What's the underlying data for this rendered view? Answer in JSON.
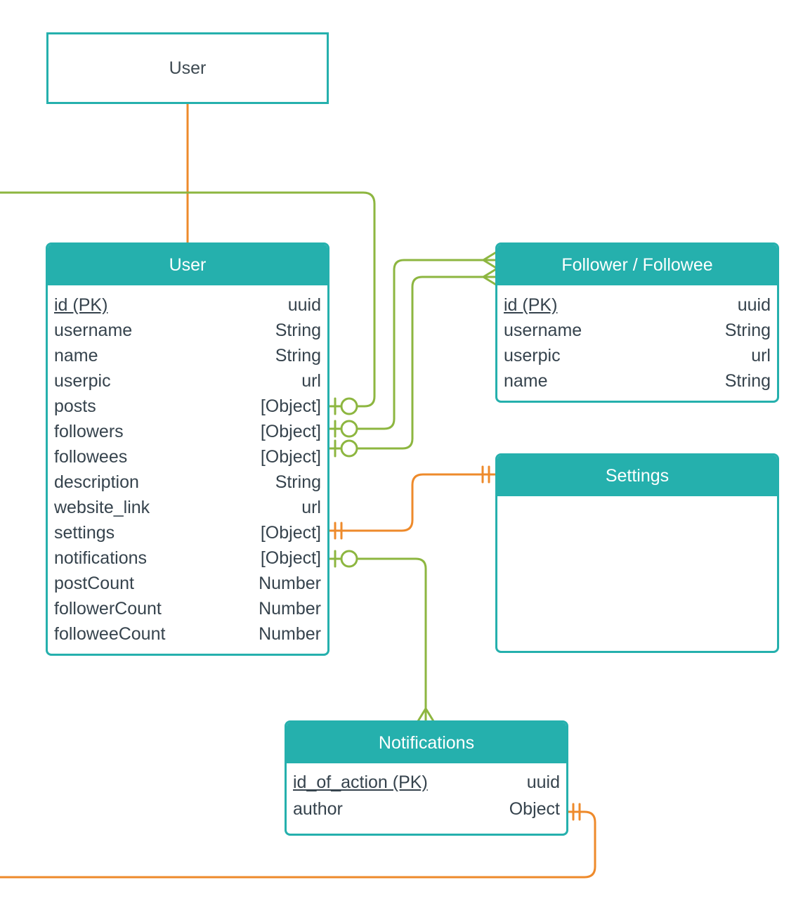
{
  "colors": {
    "teal": "#25b0ad",
    "green": "#8db640",
    "orange": "#ee8a2b",
    "text": "#36434d"
  },
  "user_box": {
    "label": "User"
  },
  "entities": {
    "user": {
      "title": "User",
      "fields": [
        {
          "name": "id (PK)",
          "type": "uuid",
          "pk": true
        },
        {
          "name": "username",
          "type": "String"
        },
        {
          "name": "name",
          "type": "String"
        },
        {
          "name": "userpic",
          "type": "url"
        },
        {
          "name": "posts",
          "type": "[Object]"
        },
        {
          "name": "followers",
          "type": "[Object]"
        },
        {
          "name": "followees",
          "type": "[Object]"
        },
        {
          "name": "description",
          "type": "String"
        },
        {
          "name": "website_link",
          "type": "url"
        },
        {
          "name": "settings",
          "type": "[Object]"
        },
        {
          "name": "notifications",
          "type": "[Object]"
        },
        {
          "name": "postCount",
          "type": "Number"
        },
        {
          "name": "followerCount",
          "type": "Number"
        },
        {
          "name": "followeeCount",
          "type": "Number"
        }
      ]
    },
    "follower": {
      "title": "Follower / Followee",
      "fields": [
        {
          "name": "id (PK)",
          "type": "uuid",
          "pk": true
        },
        {
          "name": "username",
          "type": "String"
        },
        {
          "name": "userpic",
          "type": "url"
        },
        {
          "name": "name",
          "type": "String"
        }
      ]
    },
    "settings": {
      "title": "Settings",
      "fields": []
    },
    "notifications": {
      "title": "Notifications",
      "fields": [
        {
          "name": "id_of_action (PK)",
          "type": "uuid",
          "pk": true
        },
        {
          "name": "author",
          "type": "Object"
        }
      ]
    }
  }
}
